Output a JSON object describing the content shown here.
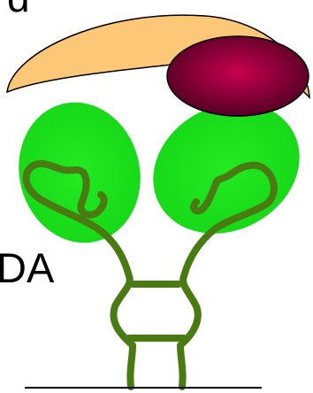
{
  "labels": {
    "top_fragment": "d",
    "side_fragment": "DA"
  },
  "colors": {
    "cofactor_fill": "#fcc878",
    "cofactor_stroke": "#000000",
    "ligand_core": "#c8004f",
    "ligand_edge": "#4a0020",
    "domain_fill": "#1adf1a",
    "domain_fill_light": "#22ea22",
    "chain_stroke": "#4a7a12",
    "baseline": "#000000"
  },
  "shapes": {
    "cofactor": "crescent",
    "ligand": "ellipse",
    "domains": [
      "ellipse-left",
      "ellipse-right"
    ],
    "chain": "Y-shaped loop"
  }
}
